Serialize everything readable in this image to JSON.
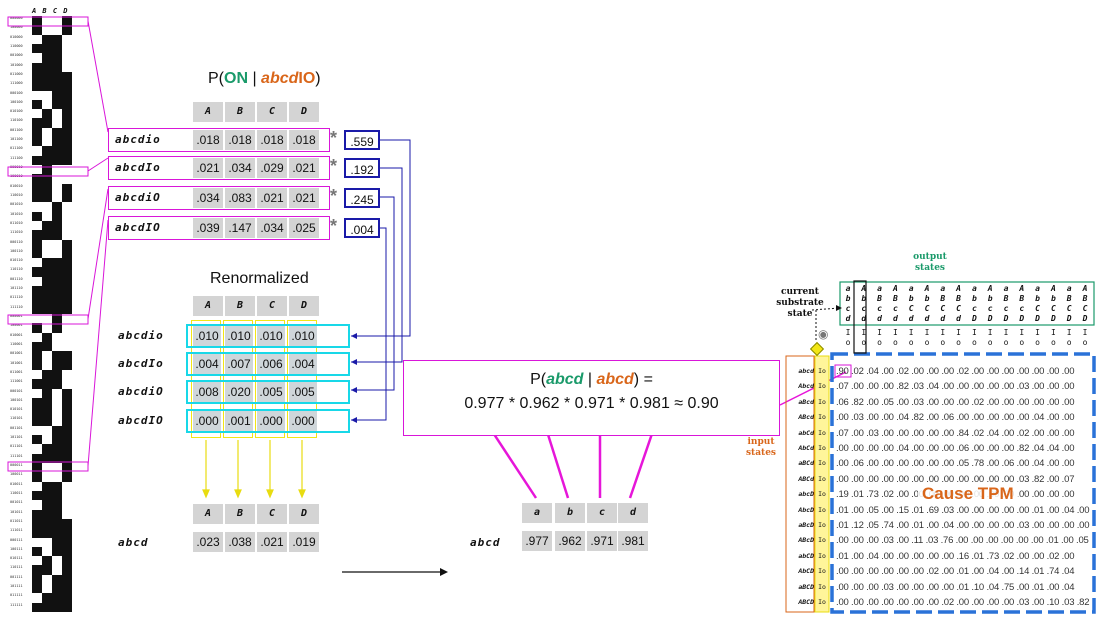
{
  "left_strip": {
    "header": "A B C D",
    "states": [
      "000000",
      "100000",
      "010000",
      "110000",
      "001000",
      "101000",
      "011000",
      "111000",
      "000100",
      "100100",
      "010100",
      "110100",
      "001100",
      "101100",
      "011100",
      "111100",
      "000010",
      "100010",
      "010010",
      "110010",
      "001010",
      "101010",
      "011010",
      "111010",
      "000110",
      "100110",
      "010110",
      "110110",
      "001110",
      "101110",
      "011110",
      "111110",
      "000001",
      "100001",
      "010001",
      "110001",
      "001001",
      "101001",
      "011001",
      "111001",
      "000101",
      "100101",
      "010101",
      "110101",
      "001101",
      "101101",
      "011101",
      "111101",
      "000011",
      "100011",
      "010011",
      "110011",
      "001011",
      "101011",
      "011011",
      "111011",
      "000111",
      "100111",
      "010111",
      "110111",
      "001111",
      "101111",
      "011111",
      "111111"
    ]
  },
  "prob_table": {
    "title_prefix": "P(",
    "title_on": "ON",
    "title_bar": " | ",
    "title_cond": "abcd",
    "title_io": "IO",
    "title_suffix": ")",
    "columns": [
      "A",
      "B",
      "C",
      "D"
    ],
    "rows": [
      {
        "label": "abcdio",
        "values": [
          ".018",
          ".018",
          ".018",
          ".018"
        ],
        "weight": ".559"
      },
      {
        "label": "abcdIo",
        "values": [
          ".021",
          ".034",
          ".029",
          ".021"
        ],
        "weight": ".192"
      },
      {
        "label": "abcdiO",
        "values": [
          ".034",
          ".083",
          ".021",
          ".021"
        ],
        "weight": ".245"
      },
      {
        "label": "abcdIO",
        "values": [
          ".039",
          ".147",
          ".034",
          ".025"
        ],
        "weight": ".004"
      }
    ],
    "times": "*"
  },
  "renorm": {
    "title": "Renormalized",
    "columns": [
      "A",
      "B",
      "C",
      "D"
    ],
    "rows": [
      {
        "label": "abcdio",
        "values": [
          ".010",
          ".010",
          ".010",
          ".010"
        ]
      },
      {
        "label": "abcdIo",
        "values": [
          ".004",
          ".007",
          ".006",
          ".004"
        ]
      },
      {
        "label": "abcdiO",
        "values": [
          ".008",
          ".020",
          ".005",
          ".005"
        ]
      },
      {
        "label": "abcdIO",
        "values": [
          ".000",
          ".001",
          ".000",
          ".000"
        ]
      }
    ]
  },
  "marginal": {
    "label": "abcd",
    "columns": [
      "A",
      "B",
      "C",
      "D"
    ],
    "values": [
      ".023",
      ".038",
      ".021",
      ".019"
    ]
  },
  "complement": {
    "label": "abcd",
    "columns": [
      "a",
      "b",
      "c",
      "d"
    ],
    "values": [
      ".977",
      ".962",
      ".971",
      ".981"
    ]
  },
  "formula": {
    "line1_prefix": "P(",
    "line1_a": "abcd",
    "line1_bar": " | ",
    "line1_b": "abcd",
    "line1_suffix": ") =",
    "line2": "0.977 * 0.962 * 0.971 * 0.981 ≈ 0.90"
  },
  "tpm": {
    "title": "Cause TPM",
    "output_label": "output\nstates",
    "current_label": "current\nsubstrate\nstate",
    "input_label": "input\nstates",
    "out_cols": [
      [
        "a",
        "b",
        "c",
        "d"
      ],
      [
        "A",
        "b",
        "c",
        "d"
      ],
      [
        "a",
        "B",
        "c",
        "d"
      ],
      [
        "A",
        "B",
        "c",
        "d"
      ],
      [
        "a",
        "b",
        "C",
        "d"
      ],
      [
        "A",
        "b",
        "C",
        "d"
      ],
      [
        "a",
        "B",
        "C",
        "d"
      ],
      [
        "A",
        "B",
        "C",
        "d"
      ],
      [
        "a",
        "b",
        "c",
        "D"
      ],
      [
        "A",
        "b",
        "c",
        "D"
      ],
      [
        "a",
        "B",
        "c",
        "D"
      ],
      [
        "A",
        "B",
        "c",
        "D"
      ],
      [
        "a",
        "b",
        "C",
        "D"
      ],
      [
        "A",
        "b",
        "C",
        "D"
      ],
      [
        "a",
        "B",
        "C",
        "D"
      ],
      [
        "A",
        "B",
        "C",
        "D"
      ]
    ],
    "sub_cols": [
      [
        "I",
        "o"
      ],
      [
        "I",
        "o"
      ],
      [
        "I",
        "o"
      ],
      [
        "I",
        "o"
      ],
      [
        "I",
        "o"
      ],
      [
        "I",
        "o"
      ],
      [
        "I",
        "o"
      ],
      [
        "I",
        "o"
      ],
      [
        "I",
        "o"
      ],
      [
        "I",
        "o"
      ],
      [
        "I",
        "o"
      ],
      [
        "I",
        "o"
      ],
      [
        "I",
        "o"
      ],
      [
        "I",
        "o"
      ],
      [
        "I",
        "o"
      ],
      [
        "I",
        "o"
      ]
    ],
    "rows": [
      {
        "label": "abcd",
        "io": "Io",
        "text": ".90 .02 .04 .00 .02 .00 .00 .00 .02 .00 .00 .00 .00 .00 .00 .00"
      },
      {
        "label": "Abcd",
        "io": "Io",
        "text": ".07 .00 .00 .00 .82 .03 .04 .00 .00 .00 .00 .00 .03 .00 .00 .00"
      },
      {
        "label": "aBcd",
        "io": "Io",
        "text": ".06 .82 .00 .05 .00 .03 .00 .00 .00 .02 .00 .00 .00 .00 .00 .00"
      },
      {
        "label": "ABcd",
        "io": "Io",
        "text": ".00 .03 .00 .00 .04 .82 .00 .06 .00 .00 .00 .00 .00 .04 .00 .00"
      },
      {
        "label": "abCd",
        "io": "Io",
        "text": ".07 .00 .03 .00 .00 .00 .00 .00 .84 .02 .04 .00 .02 .00 .00 .00"
      },
      {
        "label": "AbCd",
        "io": "Io",
        "text": ".00 .00 .00 .00 .04 .00 .00 .00 .06 .00 .00 .00 .82 .04 .04 .00"
      },
      {
        "label": "aBCd",
        "io": "Io",
        "text": ".00 .06 .00 .00 .00 .00 .00 .00 .05 .78 .00 .06 .00 .04 .00 .00"
      },
      {
        "label": "ABCd",
        "io": "Io",
        "text": ".00 .00 .00 .00 .00 .00 .00 .00 .00 .00 .00 .00 .03 .82 .00 .07"
      },
      {
        "label": "abcD",
        "io": "Io",
        "text": ".19 .01 .73 .02 .00 .00 .00 .00 .00 .00 .00 .00 .00 .00 .00 .00"
      },
      {
        "label": "AbcD",
        "io": "Io",
        "text": ".01 .00 .05 .00 .15 .01 .69 .03 .00 .00 .00 .00 .00 .01 .00 .04 .00"
      },
      {
        "label": "aBcD",
        "io": "Io",
        "text": ".01 .12 .05 .74 .00 .01 .00 .04 .00 .00 .00 .00 .03 .00 .00 .00 .00"
      },
      {
        "label": "ABcD",
        "io": "Io",
        "text": ".00 .00 .00 .03 .00 .11 .03 .76 .00 .00 .00 .00 .00 .00 .01 .00 .05"
      },
      {
        "label": "abCD",
        "io": "Io",
        "text": ".01 .00 .04 .00 .00 .00 .00 .00 .16 .01 .73 .02 .00 .00 .02 .00"
      },
      {
        "label": "AbCD",
        "io": "Io",
        "text": ".00 .00 .00 .00 .00 .00 .02 .00 .01 .00 .04 .00 .14 .01 .74 .04"
      },
      {
        "label": "aBCD",
        "io": "Io",
        "text": ".00 .00 .00 .03 .00 .00 .00 .00 .01 .10 .04 .75 .00 .01 .00 .04"
      },
      {
        "label": "ABCD",
        "io": "Io",
        "text": ".00 .00 .00 .00 .00 .00 .00 .02 .00 .00 .00 .00 .03 .00 .10 .03 .82"
      }
    ]
  },
  "colors": {
    "magenta": "#d916d9",
    "navy": "#1a1aa8",
    "cyan": "#18d8e8",
    "yellow": "#f2e614",
    "green": "#1a9a6a",
    "orange": "#d9661a",
    "tpm_blue": "#2a72d8"
  }
}
